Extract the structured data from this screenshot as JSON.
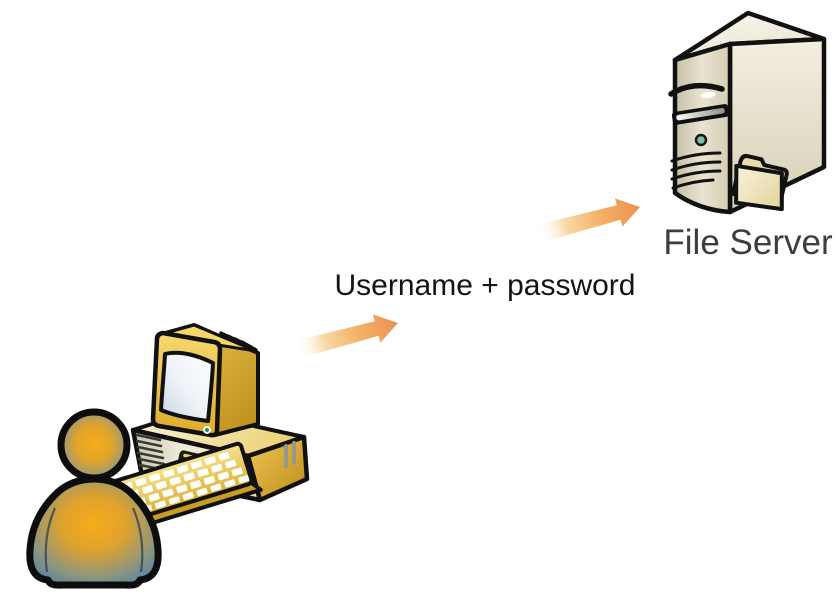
{
  "diagram": {
    "background": "#ffffff",
    "labels": {
      "credentials": "Username + password",
      "server": "File Server"
    },
    "nodes": [
      {
        "id": "user-workstation",
        "icon": "user-at-computer-icon"
      },
      {
        "id": "file-server",
        "icon": "file-server-icon",
        "label": "File Server"
      }
    ],
    "flow": {
      "from": "user-workstation",
      "to": "file-server",
      "label": "Username + password",
      "arrow_icon": "orange-gradient-arrow-icon",
      "direction": "up-right"
    },
    "colors": {
      "person_blue": "#4e80a5",
      "person_glow_orange": "#f5aa1e",
      "computer_gold": "#e7bc45",
      "screen_white": "#eef3f8",
      "server_beige": "#e7e0cc",
      "folder_manila": "#f3ead0",
      "arrow_orange": "#ee9852",
      "led_teal": "#72c6a6",
      "credentials_text": "#141414",
      "server_text": "#3d3d3d"
    }
  }
}
